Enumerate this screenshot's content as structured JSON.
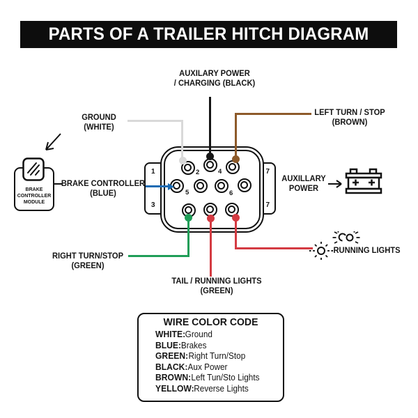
{
  "title": "PARTS OF A TRAILER HITCH DIAGRAM",
  "colors": {
    "white_wire": "#d9d9d9",
    "black_wire": "#151515",
    "brown_wire": "#8d5a2a",
    "blue_wire": "#1b6bb3",
    "green_wire": "#1f9e58",
    "red_wire": "#d43b42",
    "title_bar_bg": "#0d0d0d",
    "title_text": "#ffffff"
  },
  "connector": {
    "ear_left_top": "1",
    "ear_left_bottom": "3",
    "ear_right_top": "7",
    "ear_right_bottom": "7",
    "pin_num_2": "2",
    "pin_num_4": "4",
    "pin_num_5": "5",
    "pin_num_6": "6"
  },
  "labels": {
    "aux_charging": {
      "line1": "AUXILARY POWER",
      "line2": "/ CHARGING (BLACK)"
    },
    "ground": {
      "line1": "GROUND",
      "line2": "(WHITE)"
    },
    "left_turn": {
      "line1": "LEFT TURN / STOP",
      "line2": "(BROWN)"
    },
    "brake_controller": {
      "line1": "BRAKE CONTROLLER",
      "line2": "(BLUE)"
    },
    "aux_power": {
      "line1": "AUXILLARY",
      "line2": "POWER"
    },
    "right_turn": {
      "line1": "RIGHT TURN/STOP",
      "line2": "(GREEN)"
    },
    "tail_lights": {
      "line1": "TAIL / RUNNING LIGHTS",
      "line2": "(GREEN)"
    },
    "running_lights": "RUNNING LIGHTS"
  },
  "module": {
    "line1": "BRAKE",
    "line2": "CONTROLLER",
    "line3": "MODULE"
  },
  "color_code": {
    "title": "WIRE COLOR CODE",
    "entries": [
      {
        "name": "WHITE:",
        "desc": " Ground"
      },
      {
        "name": "BLUE:",
        "desc": " Brakes"
      },
      {
        "name": "GREEN:",
        "desc": " Right Turn/Stop"
      },
      {
        "name": "BLACK:",
        "desc": " Aux Power"
      },
      {
        "name": "BROWN:",
        "desc": " Left Tun/Sto Lights"
      },
      {
        "name": "YELLOW:",
        "desc": " Reverse Lights"
      }
    ]
  }
}
